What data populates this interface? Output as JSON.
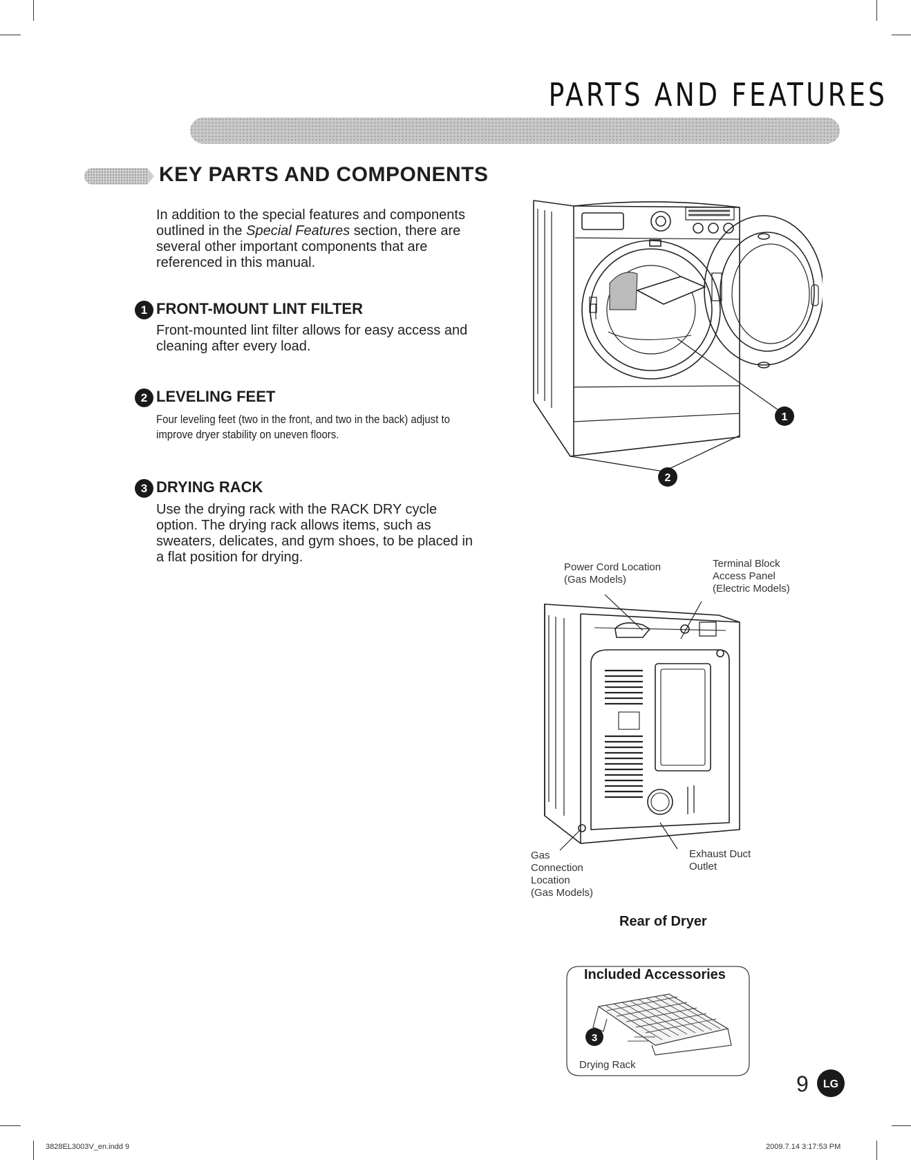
{
  "header": {
    "title": "PARTS AND FEATURES"
  },
  "section": {
    "title": "KEY PARTS AND COMPONENTS",
    "intro_before": "In addition to the special features and components outlined in the ",
    "intro_italic": "Special Features",
    "intro_after": " section, there are several other important components that are referenced in this manual."
  },
  "features": [
    {
      "number": "1",
      "title": "FRONT-MOUNT LINT FILTER",
      "body": "Front-mounted lint filter allows for easy access and cleaning after every load."
    },
    {
      "number": "2",
      "title": "LEVELING FEET",
      "body": "Four leveling feet (two in the front, and two in the back) adjust to improve dryer stability on uneven floors."
    },
    {
      "number": "3",
      "title": "DRYING RACK",
      "body": "Use the drying rack with the RACK DRY cycle option. The drying rack allows items, such as sweaters, delicates, and gym shoes, to be placed in a flat position for drying."
    }
  ],
  "front_diagram": {
    "callout_1": "1",
    "callout_2": "2"
  },
  "rear_diagram": {
    "power_cord": "Power Cord Location\n(Gas Models)",
    "terminal_block": "Terminal Block\nAccess Panel\n(Electric Models)",
    "gas_connection": "Gas\nConnection\nLocation\n(Gas Models)",
    "exhaust_duct": "Exhaust Duct\nOutlet",
    "caption": "Rear of Dryer"
  },
  "accessories": {
    "title": "Included Accessories",
    "item_number": "3",
    "item_label": "Drying Rack"
  },
  "page": {
    "number": "9",
    "logo_text": "LG"
  },
  "footer": {
    "left": "3828EL3003V_en.indd   9",
    "right": "2009.7.14   3:17:53 PM"
  }
}
